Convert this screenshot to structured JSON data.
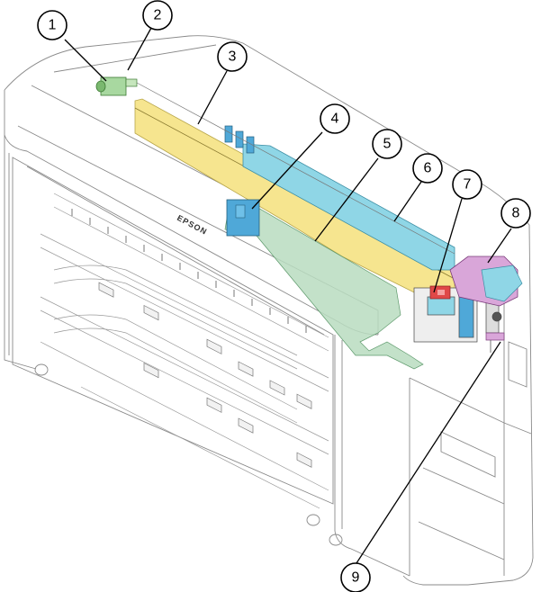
{
  "diagram": {
    "brand_label": "EPSON",
    "callouts": [
      {
        "number": "1"
      },
      {
        "number": "2"
      },
      {
        "number": "3"
      },
      {
        "number": "4"
      },
      {
        "number": "5"
      },
      {
        "number": "6"
      },
      {
        "number": "7"
      },
      {
        "number": "8"
      },
      {
        "number": "9"
      }
    ],
    "colors": {
      "outline": "#7a7a7a",
      "cr_motor_green": "#a8d8a0",
      "rail_yellow": "#f6e58f",
      "rail_blue": "#8fd6e6",
      "carriage_blue": "#4fa8d8",
      "cable_green": "#b9dcc0",
      "pink_unit": "#d9a6d9",
      "red_part": "#e04848"
    }
  }
}
